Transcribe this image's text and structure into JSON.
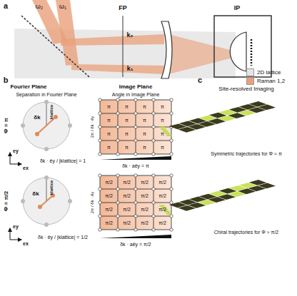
{
  "diagram": {
    "labels": [
      "a",
      "ω₂",
      "ω₁",
      "FP",
      "IP",
      "k₂",
      "k₁",
      "b",
      "Fourier Plane",
      "Image Plane",
      "Separation in Fourier Plane",
      "Angle in Image Plane",
      "c",
      "Site-resolved Imaging",
      "Φ = π",
      "δk",
      "klattice",
      "ey",
      "ex",
      "δk · êy / |klattice| = 1",
      "2π / δk · êy",
      "δk · aêy = π",
      "Symmetric trajectories for Φ ≈ π",
      "Φ = π/2",
      "δk",
      "klattice",
      "ey",
      "ex",
      "δk · êy / |klattice| = 1/2",
      "2π / δk · êy",
      "δk · aêy = π/2",
      "Chiral trajectories for Φ ≈ π/2",
      "π",
      "π",
      "π",
      "π",
      "π",
      "π",
      "π",
      "π",
      "π",
      "π",
      "π",
      "π",
      "π",
      "π",
      "π",
      "π",
      "π/2",
      "π/2",
      "π/2",
      "π/2",
      "π/2",
      "π/2",
      "π/2",
      "π/2",
      "π/2",
      "π/2",
      "π/2",
      "π/2",
      "π/2",
      "π/2",
      "π/2",
      "π/2"
    ],
    "legend": [
      {
        "text": "2D lattice",
        "color": "#e4e4e4"
      },
      {
        "text": "Raman 1,2",
        "color": "#eaa07a"
      }
    ]
  }
}
